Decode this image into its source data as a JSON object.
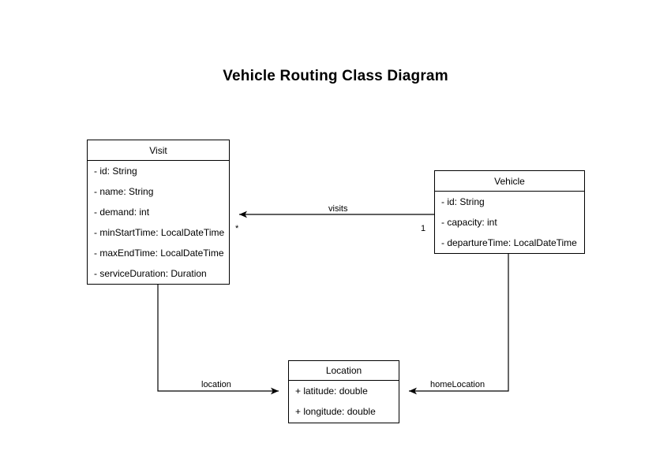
{
  "diagram": {
    "title": "Vehicle Routing Class Diagram",
    "classes": [
      {
        "id": "visit",
        "name": "Visit",
        "attributes": [
          "- id: String",
          "- name: String",
          "- demand: int",
          "- minStartTime: LocalDateTime",
          "- maxEndTime: LocalDateTime",
          "- serviceDuration: Duration"
        ]
      },
      {
        "id": "vehicle",
        "name": "Vehicle",
        "attributes": [
          "- id: String",
          "- capacity: int",
          "- departureTime: LocalDateTime"
        ]
      },
      {
        "id": "location",
        "name": "Location",
        "attributes": [
          "+ latitude: double",
          "+ longitude: double"
        ]
      }
    ],
    "relations": [
      {
        "id": "visits",
        "label": "visits",
        "from": "Vehicle",
        "to": "Visit",
        "source_multiplicity": "1",
        "target_multiplicity": "*"
      },
      {
        "id": "location",
        "label": "location",
        "from": "Visit",
        "to": "Location",
        "source_multiplicity": "",
        "target_multiplicity": ""
      },
      {
        "id": "home-location",
        "label": "homeLocation",
        "from": "Vehicle",
        "to": "Location",
        "source_multiplicity": "",
        "target_multiplicity": ""
      }
    ]
  },
  "colors": {
    "background": "#ffffff",
    "stroke": "#000000",
    "text": "#000000"
  }
}
